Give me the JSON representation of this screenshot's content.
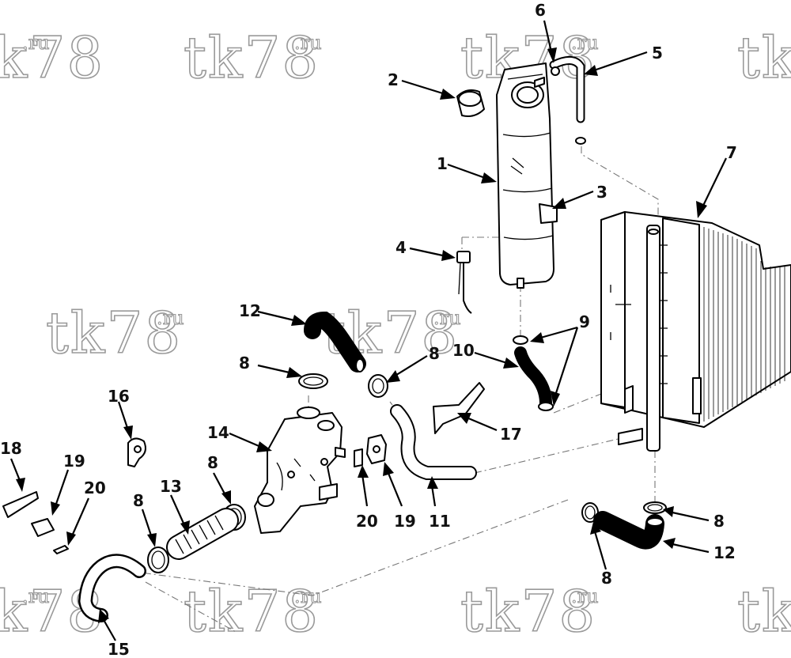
{
  "watermark": {
    "main": "tk78",
    "suffix": ".ru"
  },
  "callouts": [
    {
      "id": "c6a",
      "label": "6"
    },
    {
      "id": "c5",
      "label": "5"
    },
    {
      "id": "c2",
      "label": "2"
    },
    {
      "id": "c1",
      "label": "1"
    },
    {
      "id": "c7",
      "label": "7"
    },
    {
      "id": "c3",
      "label": "3"
    },
    {
      "id": "c4",
      "label": "4"
    },
    {
      "id": "c12a",
      "label": "12"
    },
    {
      "id": "c9",
      "label": "9"
    },
    {
      "id": "c10",
      "label": "10"
    },
    {
      "id": "c8a",
      "label": "8"
    },
    {
      "id": "c8b",
      "label": "8"
    },
    {
      "id": "c16",
      "label": "16"
    },
    {
      "id": "c14",
      "label": "14"
    },
    {
      "id": "c17",
      "label": "17"
    },
    {
      "id": "c18",
      "label": "18"
    },
    {
      "id": "c19a",
      "label": "19"
    },
    {
      "id": "c20a",
      "label": "20"
    },
    {
      "id": "c13",
      "label": "13"
    },
    {
      "id": "c8c",
      "label": "8"
    },
    {
      "id": "c8d",
      "label": "8"
    },
    {
      "id": "c20b",
      "label": "20"
    },
    {
      "id": "c19b",
      "label": "19"
    },
    {
      "id": "c11",
      "label": "11"
    },
    {
      "id": "c8e",
      "label": "8"
    },
    {
      "id": "c12b",
      "label": "12"
    },
    {
      "id": "c8f",
      "label": "8"
    },
    {
      "id": "c15",
      "label": "15"
    }
  ]
}
